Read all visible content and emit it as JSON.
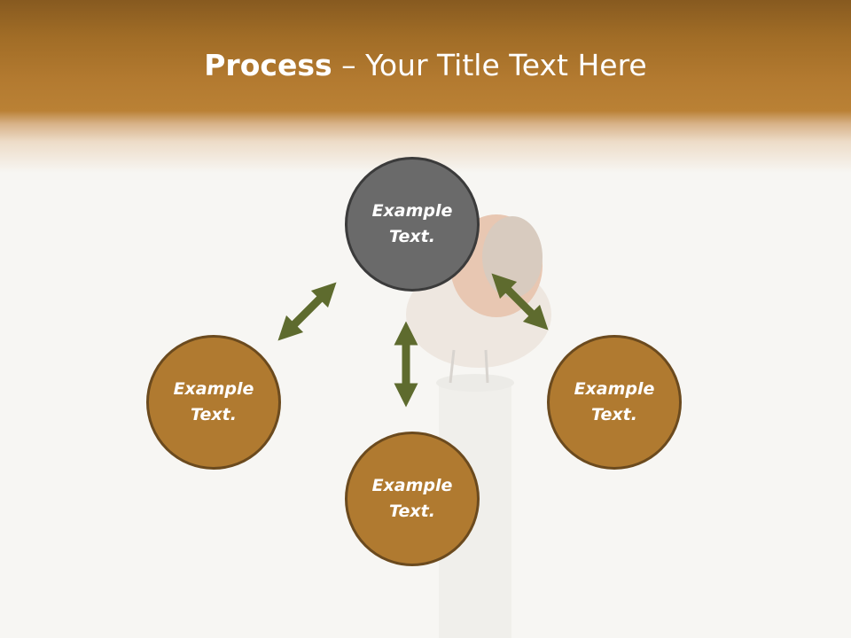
{
  "slide": {
    "title_bold": "Process",
    "title_rest": " – Your Title Text Here"
  },
  "diagram": {
    "center_node": {
      "label": "Example Text."
    },
    "outer_nodes": [
      {
        "label": "Example Text."
      },
      {
        "label": "Example Text."
      },
      {
        "label": "Example Text."
      }
    ]
  },
  "colors": {
    "header_brown": "#b37a30",
    "node_brown": "#b07a30",
    "node_gray": "#6a6a6a",
    "arrow_olive": "#5e6b2e"
  }
}
